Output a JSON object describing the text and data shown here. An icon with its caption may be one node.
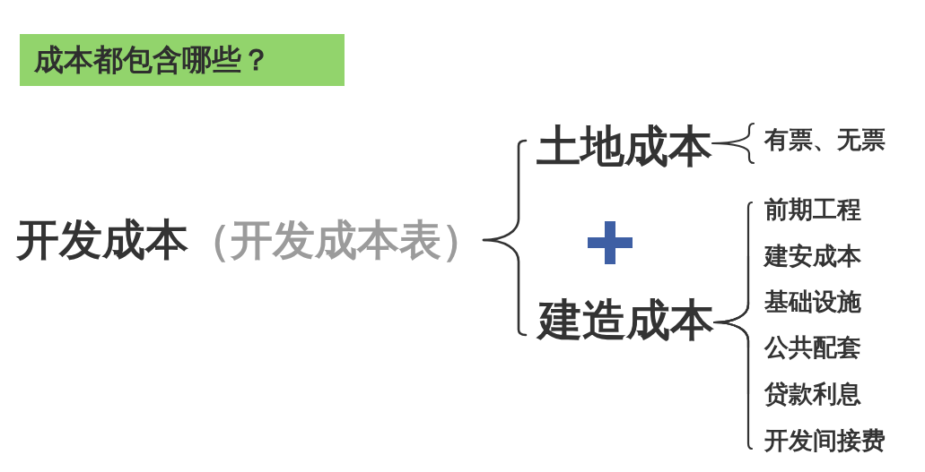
{
  "diagram": {
    "title": "成本都包含哪些？",
    "nodes": [
      {
        "text": [
          "开发成本",
          "（开发成本表）"
        ]
      },
      {
        "text": [
          "土地成本"
        ]
      },
      {
        "text": [
          "建造成本"
        ]
      },
      {
        "text": [
          "有票、无票"
        ]
      },
      {
        "text": [
          "前期工程"
        ]
      },
      {
        "text": [
          "建安成本"
        ]
      },
      {
        "text": [
          "基础设施"
        ]
      },
      {
        "text": [
          "公共配套"
        ]
      },
      {
        "text": [
          "贷款利息"
        ]
      },
      {
        "text": [
          "开发间接费"
        ]
      }
    ],
    "edges": [
      {
        "from": 0,
        "to": 1,
        "arrow": "none"
      },
      {
        "from": 0,
        "to": 2,
        "arrow": "none"
      },
      {
        "from": 1,
        "to": 3,
        "arrow": "none"
      },
      {
        "from": 2,
        "to": 4,
        "arrow": "none"
      },
      {
        "from": 2,
        "to": 5,
        "arrow": "none"
      },
      {
        "from": 2,
        "to": 6,
        "arrow": "none"
      },
      {
        "from": 2,
        "to": 7,
        "arrow": "none"
      },
      {
        "from": 2,
        "to": 8,
        "arrow": "none"
      },
      {
        "from": 2,
        "to": 9,
        "arrow": "none"
      }
    ]
  }
}
